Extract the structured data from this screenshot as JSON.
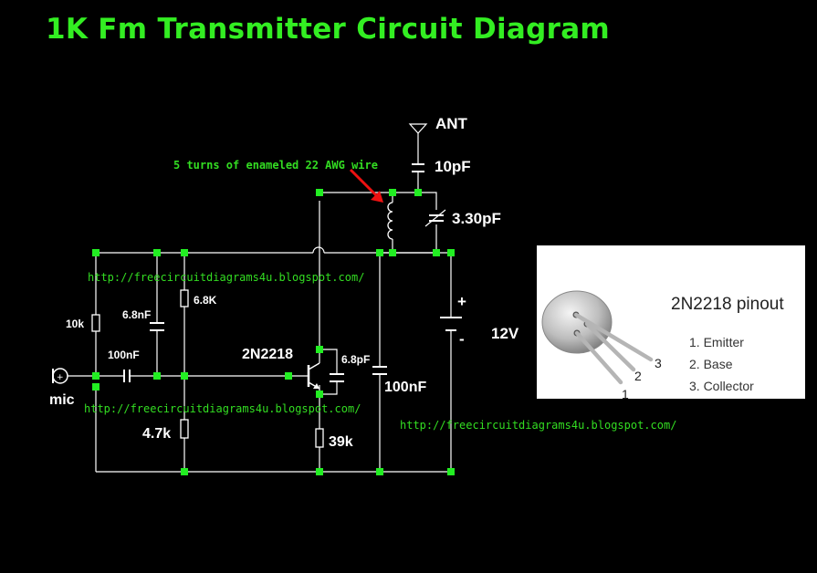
{
  "title": "1K Fm Transmitter Circuit Diagram",
  "annotation": "5 turns of enameled 22 AWG wire",
  "url": "http://freecircuitdiagrams4u.blogspot.com/",
  "labels": {
    "ant": "ANT",
    "c_10pf": "10pF",
    "trimmer": "3.30pF",
    "plus": "+",
    "minus": "-",
    "battery": "12V",
    "r_10k": "10k",
    "c_6_8nf": "6.8nF",
    "r_6_8k": "6.8K",
    "c_100nf_in": "100nF",
    "transistor": "2N2218",
    "c_6_8pf": "6.8pF",
    "c_100nf_out": "100nF",
    "mic": "mic",
    "r_4_7k": "4.7k",
    "r_39k": "39k"
  },
  "pinout": {
    "title": "2N2218 pinout",
    "items": [
      "1. Emitter",
      "2. Base",
      "3. Collector"
    ],
    "pin_numbers": [
      "1",
      "2",
      "3"
    ]
  },
  "colors": {
    "title": "#33ee22",
    "wire": "#ffffff",
    "node": "#22ee22",
    "arrow": "#ee1111",
    "background": "#000000"
  }
}
